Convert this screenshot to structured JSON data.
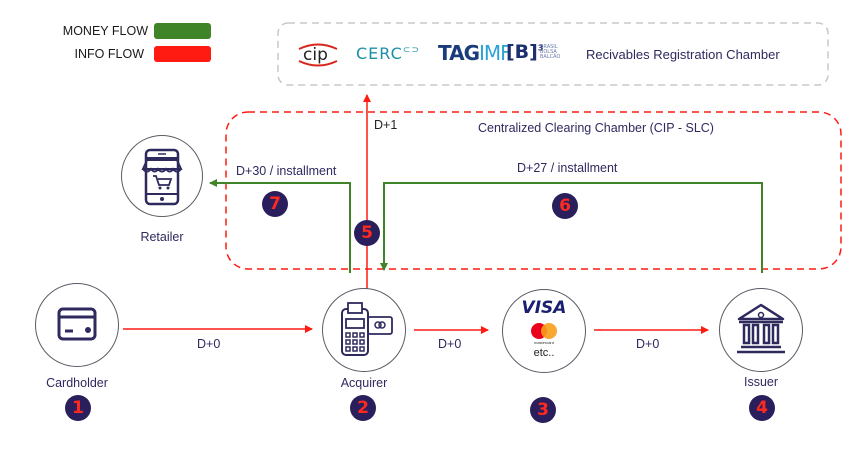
{
  "legend": {
    "items": [
      {
        "label": "MONEY FLOW",
        "color": "#3f8428"
      },
      {
        "label": "INFO FLOW",
        "color": "#ff1a12"
      }
    ]
  },
  "registration_chamber": {
    "title": "Recivables Registration Chamber",
    "logos": [
      {
        "name": "cip",
        "text": "cip"
      },
      {
        "name": "cerc",
        "text": "CERC"
      },
      {
        "name": "tag",
        "text": "TAG",
        "text2": "IMF"
      },
      {
        "name": "b3",
        "text": "[B]",
        "sup": "3",
        "subtext": [
          "BRASIL",
          "BOLSA",
          "BALCÃO"
        ]
      }
    ]
  },
  "clearing_chamber": {
    "title": "Centralized Clearing Chamber (CIP - SLC)"
  },
  "nodes": [
    {
      "id": "cardholder",
      "label": "Cardholder",
      "step": "1",
      "icon": "credit-card-icon"
    },
    {
      "id": "acquirer",
      "label": "Acquirer",
      "step": "2",
      "icon": "pos-terminal-icon"
    },
    {
      "id": "brands",
      "label": "",
      "step": "3",
      "icon": "card-brands-icon",
      "brand_text": "VISA",
      "brand_sub": "mastercard",
      "etc": "etc.."
    },
    {
      "id": "issuer",
      "label": "Issuer",
      "step": "4",
      "icon": "bank-icon"
    },
    {
      "id": "retailer",
      "label": "Retailer",
      "step": "",
      "icon": "store-phone-icon"
    }
  ],
  "flows": {
    "cardholder_to_acquirer": {
      "label": "D+0",
      "type": "info"
    },
    "acquirer_to_brands": {
      "label": "D+0",
      "type": "info"
    },
    "brands_to_issuer": {
      "label": "D+0",
      "type": "info"
    },
    "acquirer_to_registry": {
      "label": "D+1",
      "type": "info",
      "step": "5"
    },
    "issuer_to_acquirer": {
      "label": "D+27 / installment",
      "type": "money",
      "step": "6"
    },
    "acquirer_to_retailer": {
      "label": "D+30 / installment",
      "type": "money",
      "step": "7"
    }
  },
  "colors": {
    "money": "#3f8428",
    "info": "#ff1a12",
    "text": "#2e2a5e",
    "badge_bg": "#2a1f5c",
    "badge_fg": "#ff2a1f",
    "registry_border": "#c8c8c8"
  }
}
